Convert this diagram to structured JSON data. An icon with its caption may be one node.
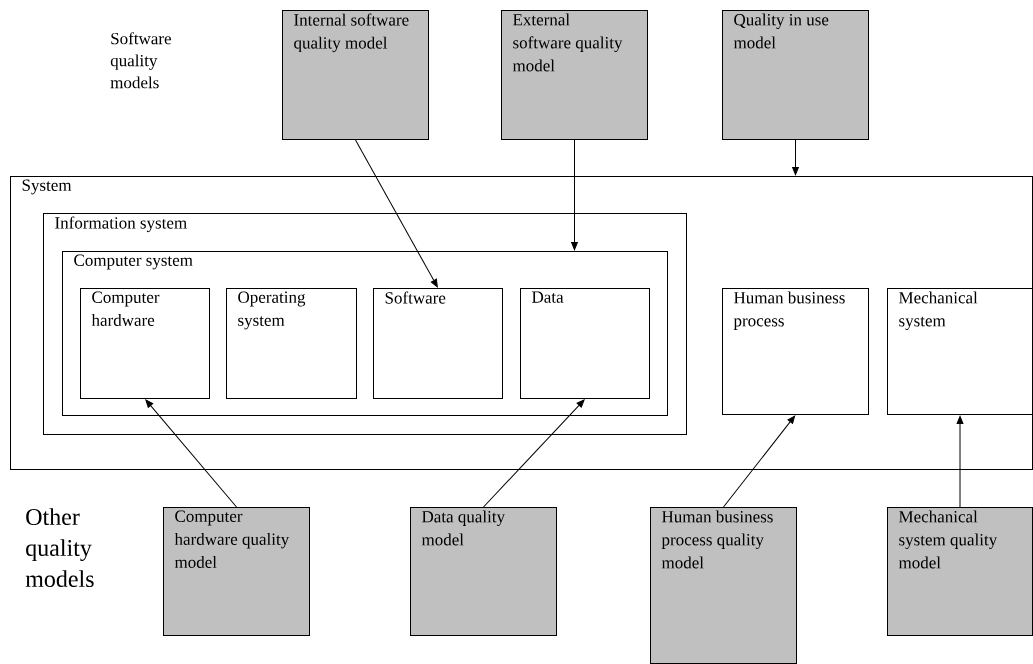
{
  "diagram": {
    "nodes": [
      {
        "text": [
          "System"
        ]
      },
      {
        "text": [
          "Information system"
        ],
        "in": 0
      },
      {
        "text": [
          "Computer system"
        ],
        "in": 1
      },
      {
        "text": [
          "Computer hardware"
        ],
        "in": 2
      },
      {
        "text": [
          "Operating system"
        ],
        "in": 2
      },
      {
        "text": [
          "Software"
        ],
        "in": 2
      },
      {
        "text": [
          "Data"
        ],
        "in": 2
      },
      {
        "text": [
          "Human business process"
        ],
        "in": 0
      },
      {
        "text": [
          "Mechanical system"
        ],
        "in": 0
      },
      {
        "text": [
          "Internal software quality model"
        ]
      },
      {
        "text": [
          "External software quality model"
        ]
      },
      {
        "text": [
          "Quality in use model"
        ]
      },
      {
        "text": [
          "Computer hardware quality model"
        ]
      },
      {
        "text": [
          "Data quality model"
        ]
      },
      {
        "text": [
          "Human business process quality model"
        ]
      },
      {
        "text": [
          "Mechanical system quality model"
        ]
      }
    ],
    "edges": [
      {
        "from": 9,
        "to": 5,
        "arrow": "to"
      },
      {
        "from": 10,
        "to": 2,
        "arrow": "to"
      },
      {
        "from": 11,
        "to": 0,
        "arrow": "to"
      },
      {
        "from": 12,
        "to": 3,
        "arrow": "to"
      },
      {
        "from": 13,
        "to": 6,
        "arrow": "to"
      },
      {
        "from": 14,
        "to": 7,
        "arrow": "to"
      },
      {
        "from": 15,
        "to": 8,
        "arrow": "to"
      }
    ],
    "labels": [
      "Software quality models",
      "Other quality models"
    ]
  }
}
